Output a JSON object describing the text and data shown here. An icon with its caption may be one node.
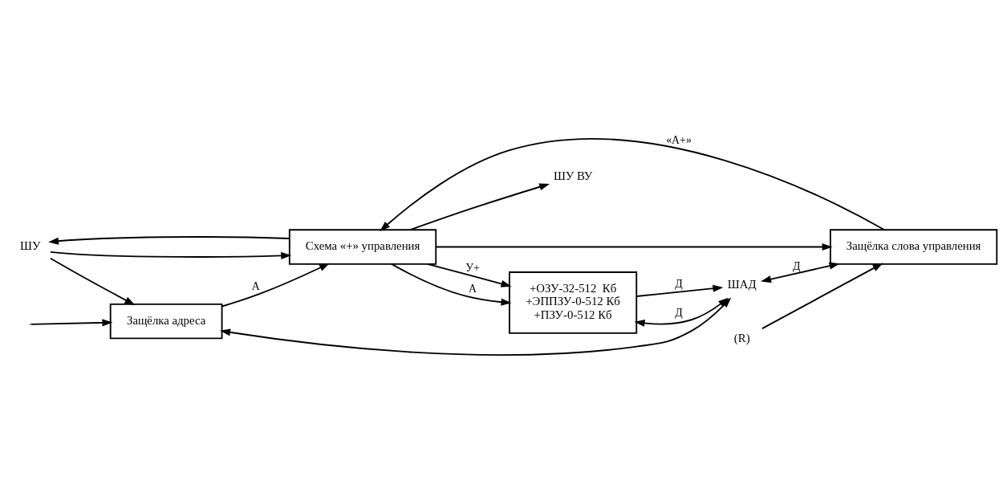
{
  "diagram": {
    "nodes": [
      {
        "text": [
          "ШУ"
        ]
      },
      {
        "text": [
          "Защёлка адреса"
        ]
      },
      {
        "text": [
          "Схема «+» управления"
        ]
      },
      {
        "text": [
          "ШУ ВУ"
        ]
      },
      {
        "text": [
          "ШАД"
        ]
      },
      {
        "text": [
          "Защёлка слова управления"
        ]
      },
      {
        "text": [
          "+ОЗУ-32-512  Кб",
          "+ЭППЗУ-0-512 Кб",
          "+ПЗУ-0-512 Кб"
        ]
      },
      {
        "text": [
          "(R)"
        ]
      }
    ],
    "edges": [
      {
        "from": 2,
        "to": 0,
        "arrow": "to"
      },
      {
        "from": 0,
        "to": 2,
        "arrow": "to"
      },
      {
        "from": 0,
        "to": 1,
        "arrow": "to"
      },
      {
        "from": 4,
        "to": 1,
        "arrow": "both"
      },
      {
        "from": null,
        "to": 1,
        "arrow": "to"
      },
      {
        "from": 1,
        "to": 2,
        "label": "А",
        "arrow": "to"
      },
      {
        "from": 5,
        "to": 2,
        "label": "«А+»",
        "arrow": "to"
      },
      {
        "from": 2,
        "to": 3,
        "arrow": "to"
      },
      {
        "from": 2,
        "to": 6,
        "label": "У+",
        "arrow": "to"
      },
      {
        "from": 2,
        "to": 5,
        "arrow": "to"
      },
      {
        "from": 2,
        "to": 6,
        "label": "А",
        "arrow": "to"
      },
      {
        "from": 4,
        "to": 5,
        "label": "Д",
        "arrow": "both"
      },
      {
        "from": 7,
        "to": 5,
        "arrow": "to"
      },
      {
        "from": 4,
        "to": 6,
        "label": "Д",
        "arrow": "both"
      },
      {
        "from": 6,
        "to": 4,
        "label": "Д",
        "arrow": "to"
      }
    ]
  }
}
